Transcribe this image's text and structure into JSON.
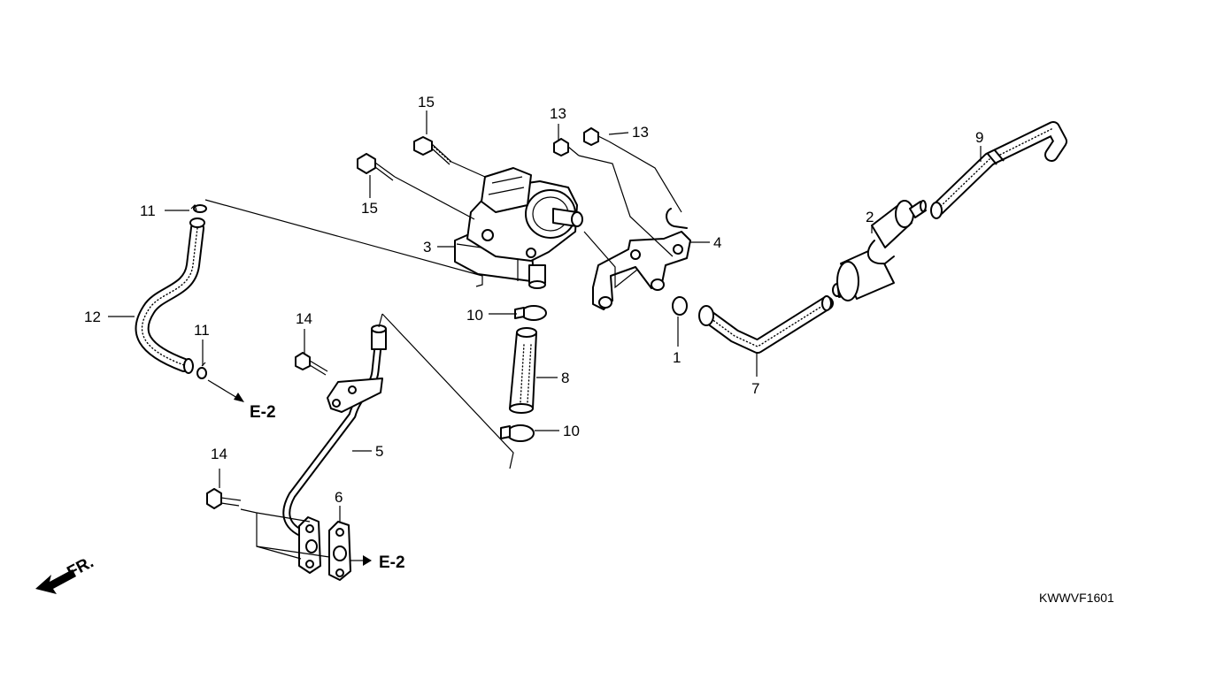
{
  "diagram_code": "KWWVF1601",
  "direction_label": "FR.",
  "reference_label": "E-2",
  "callouts": {
    "c1": "1",
    "c2": "2",
    "c3": "3",
    "c4": "4",
    "c5": "5",
    "c6": "6",
    "c7": "7",
    "c8": "8",
    "c9": "9",
    "c10_top": "10",
    "c10_bottom": "10",
    "c11_top": "11",
    "c11_bottom": "11",
    "c12": "12",
    "c13_left": "13",
    "c13_right": "13",
    "c14_top": "14",
    "c14_bottom": "14",
    "c15_top": "15",
    "c15_bottom": "15"
  }
}
